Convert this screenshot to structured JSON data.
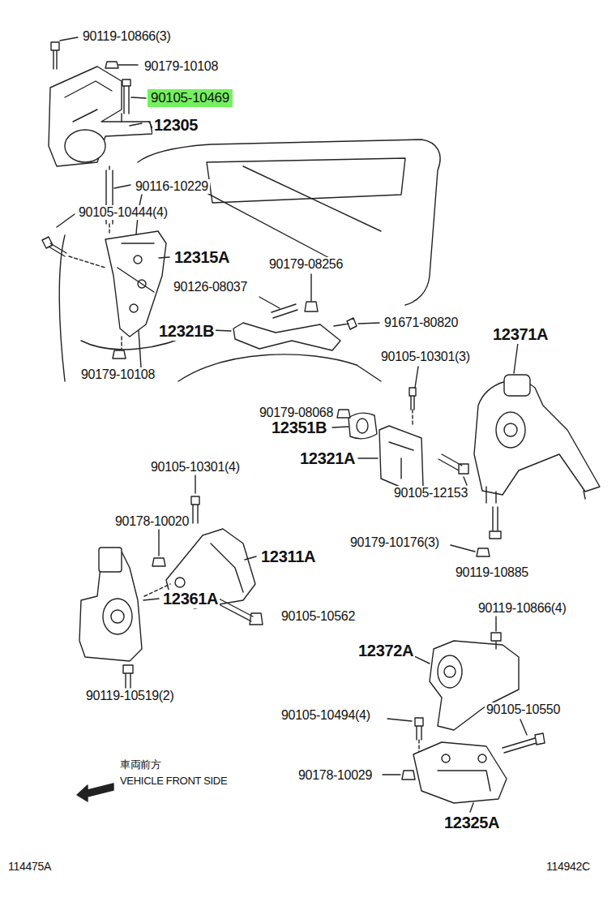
{
  "diagram": {
    "nodes": [
      {
        "text": [
          "90105-10469"
        ]
      }
    ],
    "labels": [
      "90119-10866(3)",
      "90179-10108",
      "12305",
      "90116-10229",
      "90105-10444(4)",
      "12315A",
      "90179-08256",
      "90126-08037",
      "12321B",
      "91671-80820",
      "12371A",
      "90105-10301(3)",
      "90179-10108",
      "90179-08068",
      "12351B",
      "12321A",
      "90105-10301(4)",
      "90105-12153",
      "90178-10020",
      "90179-10176(3)",
      "12311A",
      "90119-10885",
      "12361A",
      "90119-10866(4)",
      "90105-10562",
      "12372A",
      "90119-10519(2)",
      "90105-10550",
      "90105-10494(4)",
      "車両前方",
      "VEHICLE FRONT SIDE",
      "90178-10029",
      "12325A",
      "114475A",
      "114942C"
    ]
  }
}
